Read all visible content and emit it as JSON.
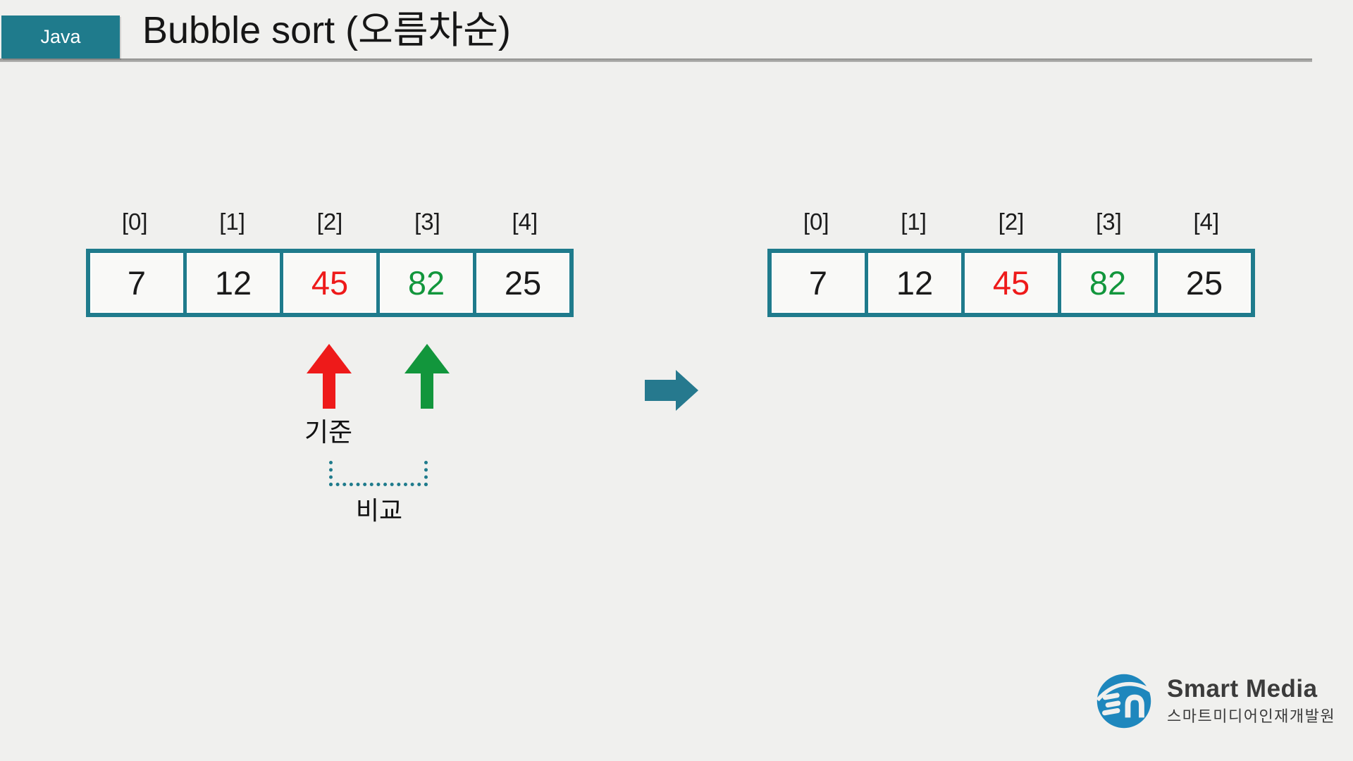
{
  "header": {
    "badge_label": "Java",
    "title": "Bubble sort (오름차순)"
  },
  "arrays": {
    "left": {
      "indices": [
        "[0]",
        "[1]",
        "[2]",
        "[3]",
        "[4]"
      ],
      "values": [
        "7",
        "12",
        "45",
        "82",
        "25"
      ],
      "value_colors": [
        "black",
        "black",
        "red",
        "green",
        "black"
      ]
    },
    "right": {
      "indices": [
        "[0]",
        "[1]",
        "[2]",
        "[3]",
        "[4]"
      ],
      "values": [
        "7",
        "12",
        "45",
        "82",
        "25"
      ],
      "value_colors": [
        "black",
        "black",
        "red",
        "green",
        "black"
      ]
    }
  },
  "annotations": {
    "reference_label": "기준",
    "compare_label": "비교",
    "reference_arrow_index": 2,
    "compare_arrow_index": 3
  },
  "logo": {
    "name": "Smart Media",
    "subtitle": "스마트미디어인재개발원"
  },
  "colors": {
    "accent_teal": "#1f7b8c",
    "highlight_red": "#ee1a1a",
    "highlight_green": "#12963c",
    "transition_arrow_teal": "#26798e",
    "logo_blue": "#1e87bd",
    "background": "#f0f0ee"
  }
}
